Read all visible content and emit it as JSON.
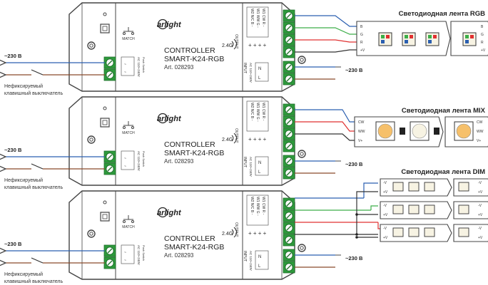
{
  "colors": {
    "outline": "#444444",
    "terminal_green": "#2e9a3c",
    "terminal_dark": "#1e6e2a",
    "wire_blue": "#2b5fb0",
    "wire_brown": "#8b4a2a",
    "wire_red": "#e03030",
    "wire_green": "#3cae49",
    "wire_black": "#333333",
    "led_white": "#f7f3e3",
    "led_warm": "#f6c06a"
  },
  "controllers": [
    {
      "brand": "arlight",
      "title": "CONTROLLER",
      "model": "SMART-K24-RGB",
      "art": "Art. 028293",
      "freq": "2.4G",
      "match": "MATCH",
      "output_label": "OUTPUT",
      "output_cols": [
        "W2 N/C B -",
        "W1 WW G -",
        "W1 CW R -"
      ],
      "output_plus": "+ + + +",
      "input_label": "INPUT",
      "input_voltage": "AC 110~240V",
      "input_terms": [
        "N",
        "L"
      ],
      "switch_label": "AC 110~240V",
      "switch_sub": "Push Switch"
    },
    {
      "brand": "arlight",
      "title": "CONTROLLER",
      "model": "SMART-K24-RGB",
      "art": "Art. 028293",
      "freq": "2.4G",
      "match": "MATCH",
      "output_label": "OUTPUT",
      "output_cols": [
        "W2 N/C B -",
        "W1 WW G -",
        "W1 CW R -"
      ],
      "output_plus": "+ + + +",
      "input_label": "INPUT",
      "input_voltage": "AC 110~240V",
      "input_terms": [
        "N",
        "L"
      ],
      "switch_label": "AC 110~240V",
      "switch_sub": "Push Switch"
    },
    {
      "brand": "arlight",
      "title": "CONTROLLER",
      "model": "SMART-K24-RGB",
      "art": "Art. 028293",
      "freq": "2.4G",
      "match": "MATCH",
      "output_label": "OUTPUT",
      "output_cols": [
        "W2 N/C B -",
        "W1 WW G -",
        "W1 CW R -"
      ],
      "output_plus": "+ + + +",
      "input_label": "INPUT",
      "input_voltage": "AC 110~240V",
      "input_terms": [
        "N",
        "L"
      ],
      "switch_label": "AC 110~240V",
      "switch_sub": "Push Switch"
    }
  ],
  "labels": {
    "mains_left": "~230 В",
    "mains_right": "~230 В",
    "switch_line1": "Нефиксируемый",
    "switch_line2": "клавишный выключатель"
  },
  "strips": {
    "rgb": {
      "title": "Светодиодная лента RGB",
      "pins": [
        "B",
        "G",
        "R",
        "+V"
      ]
    },
    "mix": {
      "title": "Светодиодная лента MIX",
      "pins": [
        "CW",
        "WW",
        "V+"
      ],
      "pins_right": [
        "CW",
        "WW",
        "V+"
      ]
    },
    "dim": {
      "title": "Светодиодная лента DIM",
      "pin_minus": "-V",
      "pin_plus": "+V"
    }
  }
}
